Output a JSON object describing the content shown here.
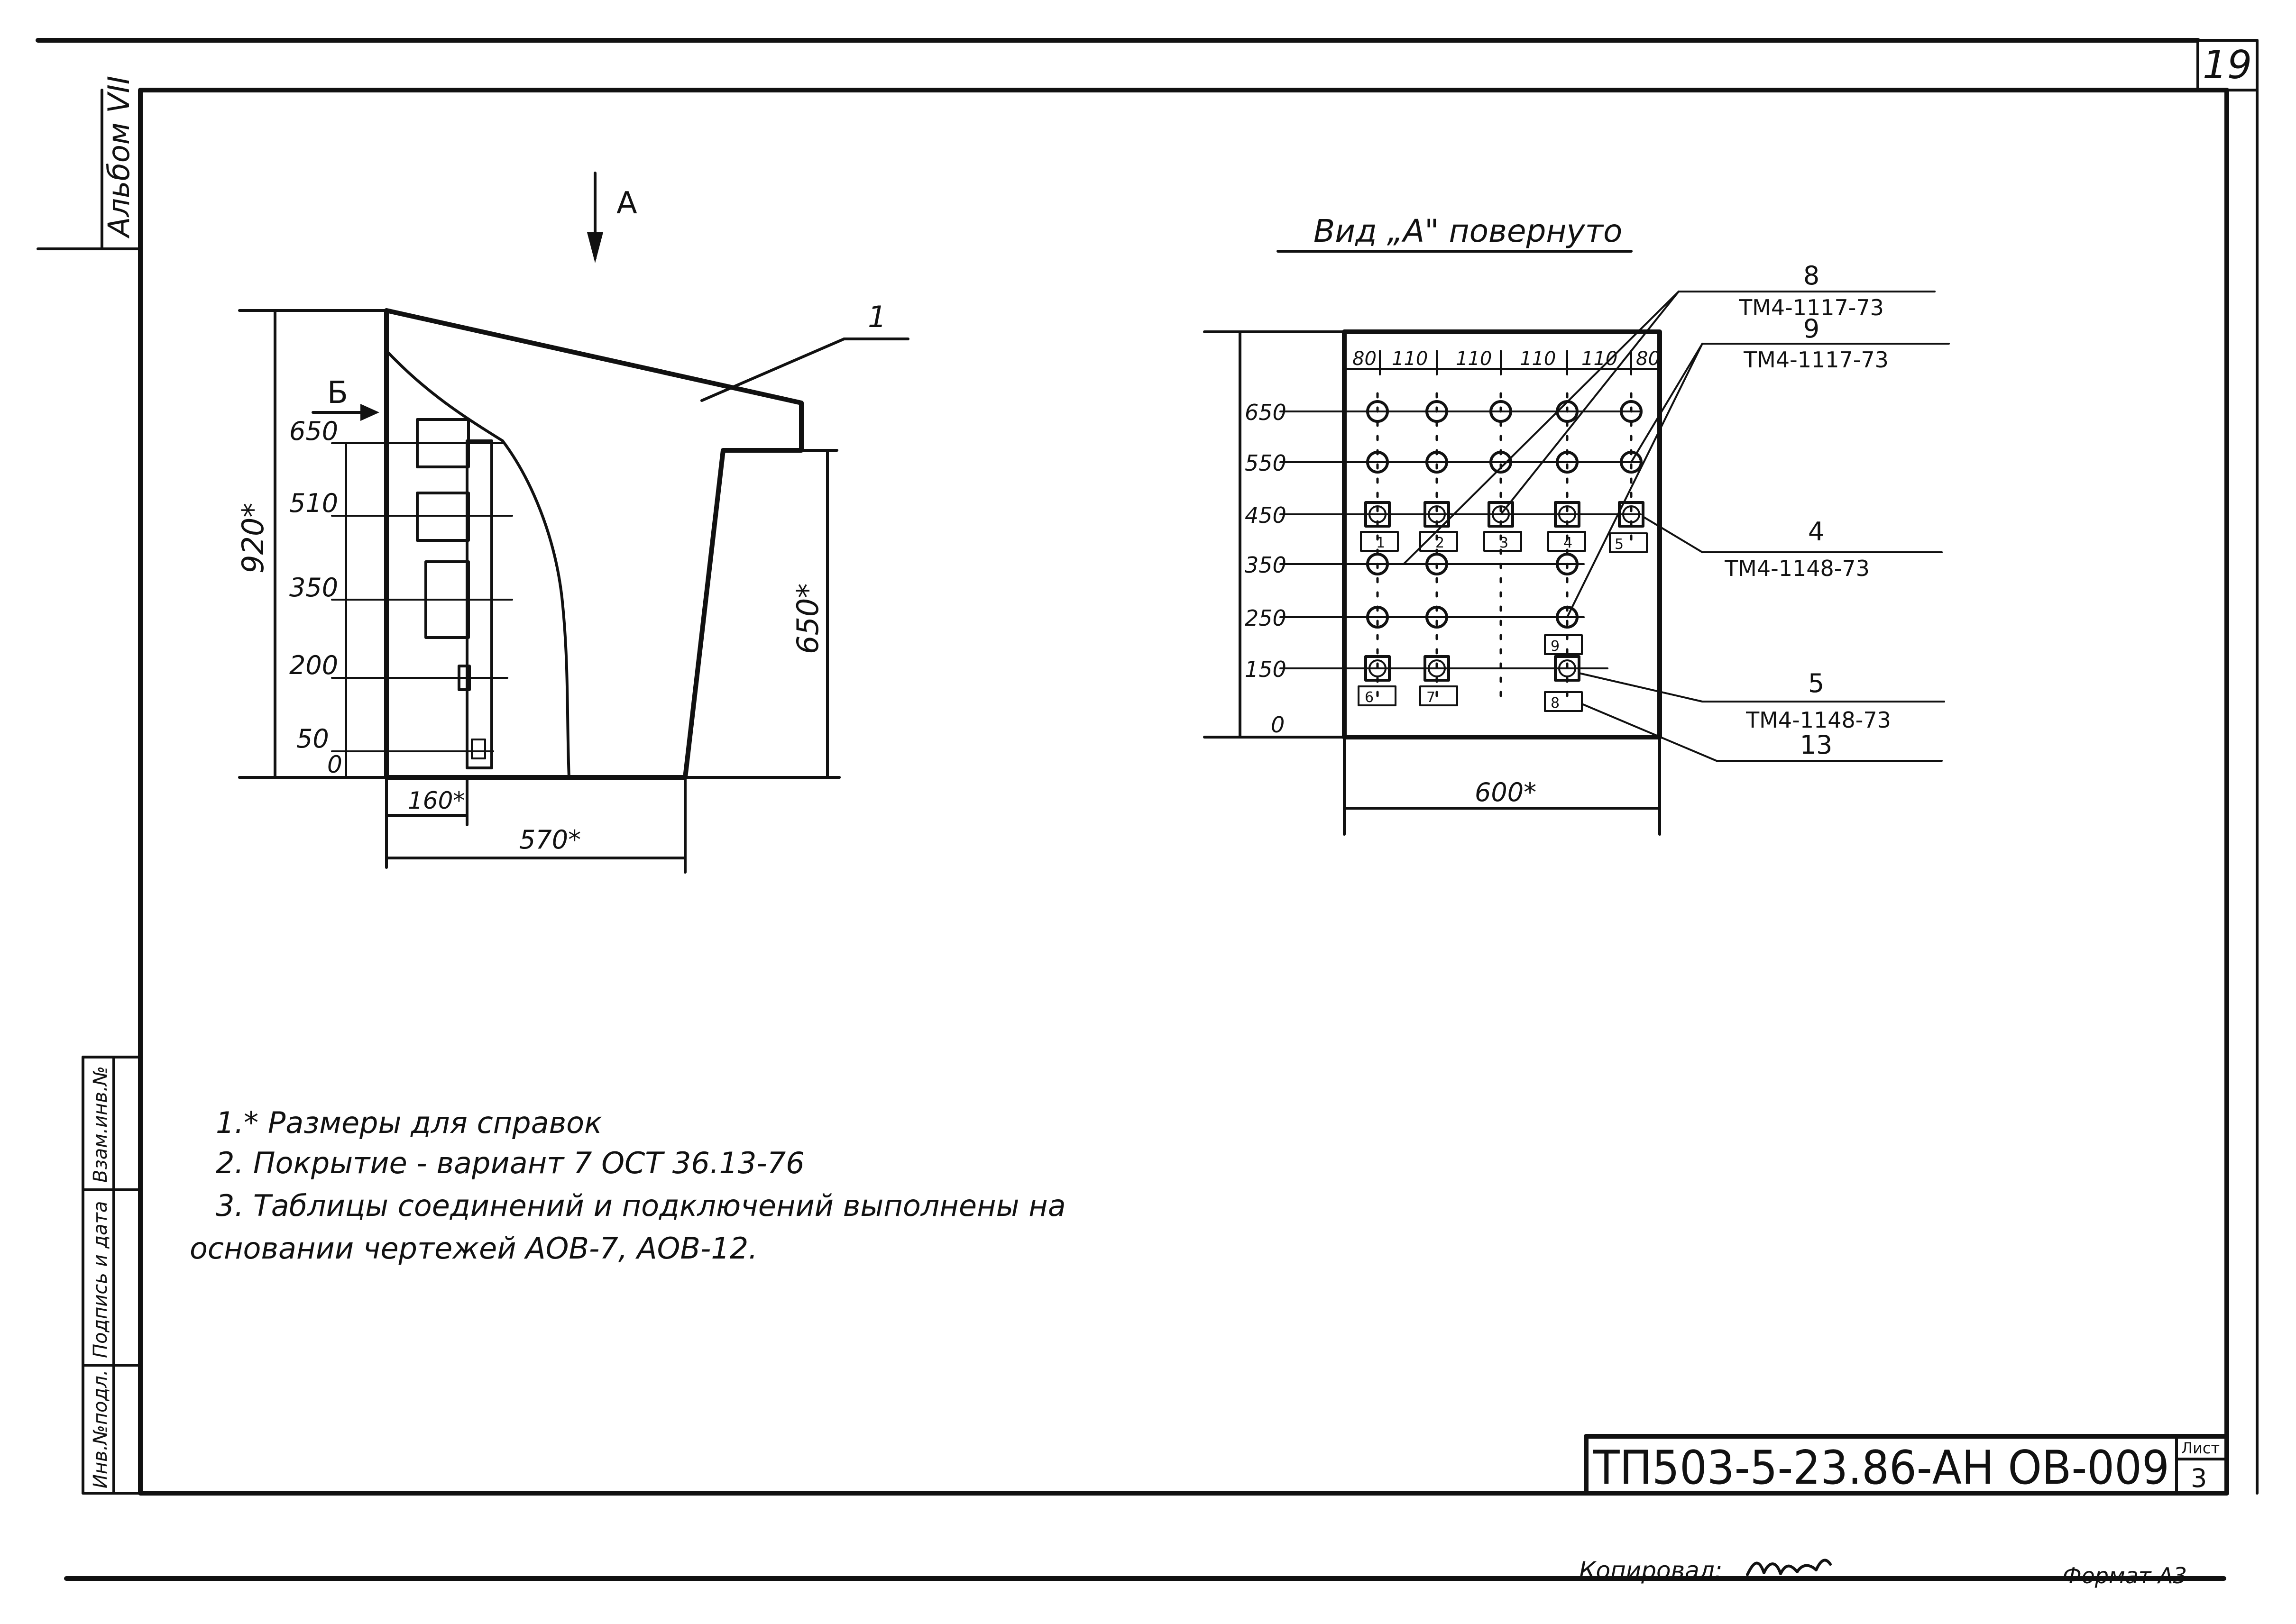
{
  "sheet": {
    "number": "19",
    "album": "Альбом VII",
    "doc_code": "ТП503-5-23.86-АН ОВ-009",
    "list_label": "Лист",
    "list_number": "3",
    "copied_by": "Копировал:",
    "format": "Формат А3"
  },
  "side_block": {
    "vzam": "Взам.инв.№",
    "podpis": "Подпись и дата",
    "inv": "Инв.№подл."
  },
  "side_view": {
    "arrow_a": "А",
    "arrow_b": "Б",
    "item_label": "1",
    "levels": [
      "650",
      "510",
      "350",
      "200",
      "50",
      "0"
    ],
    "dim_height_total": "920*",
    "dim_height_right": "650*",
    "dim_width_left": "160*",
    "dim_width_total": "570*"
  },
  "view_a": {
    "title": "Вид „А\" повернуто",
    "top_dims": [
      "80",
      "110",
      "110",
      "110",
      "110",
      "80"
    ],
    "levels": [
      "650",
      "550",
      "450",
      "350",
      "250",
      "150",
      "0"
    ],
    "bottom_dim": "600*",
    "box_numbers": [
      "1",
      "2",
      "3",
      "4",
      "5",
      "6",
      "7",
      "8",
      "9"
    ],
    "callouts": [
      {
        "pos": "8",
        "ref": "ТМ4-1117-73"
      },
      {
        "pos": "9",
        "ref": "ТМ4-1117-73"
      },
      {
        "pos": "4",
        "ref": "ТМ4-1148-73"
      },
      {
        "pos": "5",
        "ref": "ТМ4-1148-73"
      },
      {
        "pos": "13",
        "ref": ""
      }
    ]
  },
  "notes": [
    "1.* Размеры для справок",
    "2. Покрытие - вариант 7 ОСТ 36.13-76",
    "3. Таблицы соединений и подключений выполнены на",
    "основании чертежей АОВ-7, АОВ-12."
  ]
}
